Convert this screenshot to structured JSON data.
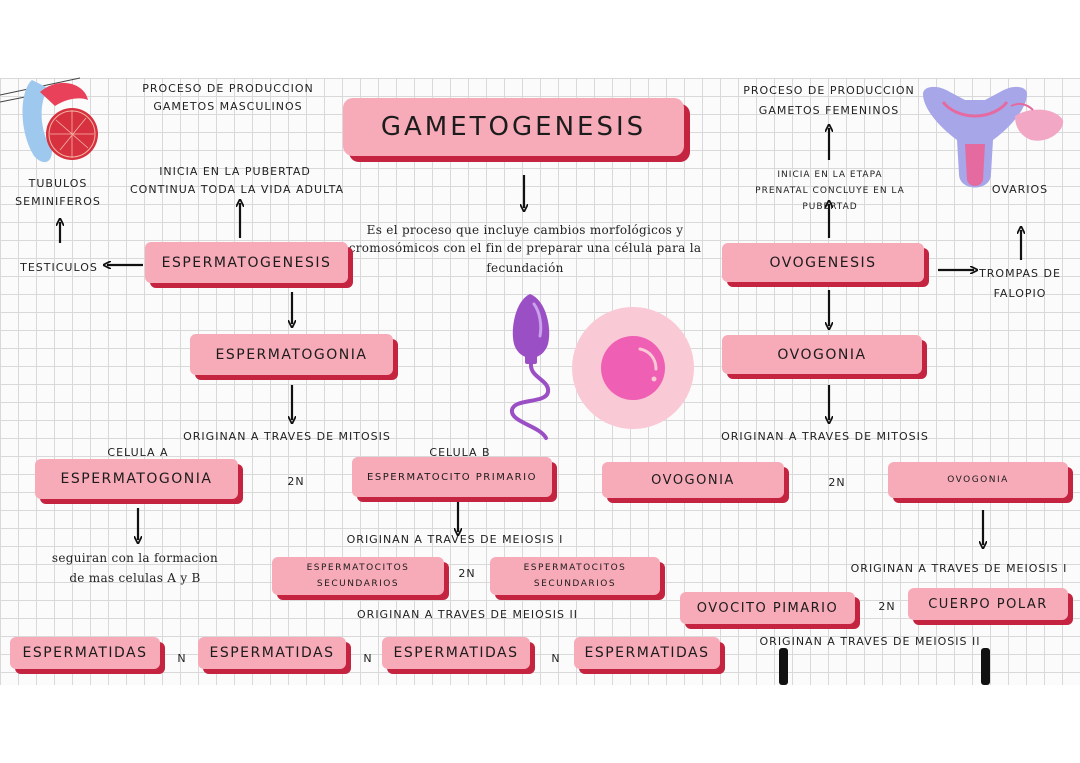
{
  "title": "GAMETOGENESIS",
  "definition": {
    "line1": "Es el proceso que incluye cambios morfológicos y",
    "line2": "cromosómicos con el fin de preparar una célula para la",
    "line3": "fecundación"
  },
  "male": {
    "process_line1": "PROCESO DE PRODUCCION",
    "process_line2": "GAMETOS MASCULINOS",
    "tubulos_line1": "TUBULOS",
    "tubulos_line2": "SEMINIFEROS",
    "testiculos": "TESTICULOS",
    "start_line1": "INICIA EN LA PUBERTAD",
    "start_line2": "CONTINUA TODA LA VIDA ADULTA",
    "espermatogenesis": "ESPERMATOGENESIS",
    "espermatogonia": "ESPERMATOGONIA",
    "mitosis": "ORIGINAN A TRAVES DE MITOSIS",
    "celula_a": "CELULA A",
    "celula_b": "CELULA B",
    "espermatogonia2": "ESPERMATOGONIA",
    "ploidy_2n": "2N",
    "espermatocito_primario": "ESPERMATOCITO PRIMARIO",
    "seguiran_line1": "seguiran con la formacion",
    "seguiran_line2": "de mas celulas A y B",
    "meiosis1": "ORIGINAN A TRAVES DE MEIOSIS I",
    "secundarios_line1": "ESPERMATOCITOS",
    "secundarios_line2": "SECUNDARIOS",
    "ploidy_2n_b": "2N",
    "meiosis2": "ORIGINAN A TRAVES DE MEIOSIS II",
    "espermatidas": "ESPERMATIDAS",
    "ploidy_n": "N"
  },
  "female": {
    "process_line1": "PROCESO DE PRODUCCION",
    "process_line2": "GAMETOS FEMENINOS",
    "ovarios": "OVARIOS",
    "start_line1": "INICIA EN LA ETAPA",
    "start_line2": "PRENATAL CONCLUYE EN LA",
    "start_line3": "PUBERTAD",
    "ovogenesis": "OVOGENESIS",
    "trompas_line1": "TROMPAS DE",
    "trompas_line2": "FALOPIO",
    "ovogonia": "OVOGONIA",
    "mitosis": "ORIGINAN A TRAVES DE MITOSIS",
    "ovogonia2": "OVOGONIA",
    "ploidy_2n": "2N",
    "ovogonia3": "OVOGONIA",
    "meiosis1": "ORIGINAN A TRAVES DE MEIOSIS I",
    "ovocito": "OVOCITO PIMARIO",
    "ploidy_2n_b": "2N",
    "cuerpo_polar": "CUERPO POLAR",
    "meiosis2": "ORIGINAN A TRAVES DE MEIOSIS II"
  },
  "colors": {
    "box_fill": "#f7aab8",
    "box_shadow": "#c4243f",
    "sperm": "#9b4fc4",
    "egg": "#ef5fb3"
  }
}
